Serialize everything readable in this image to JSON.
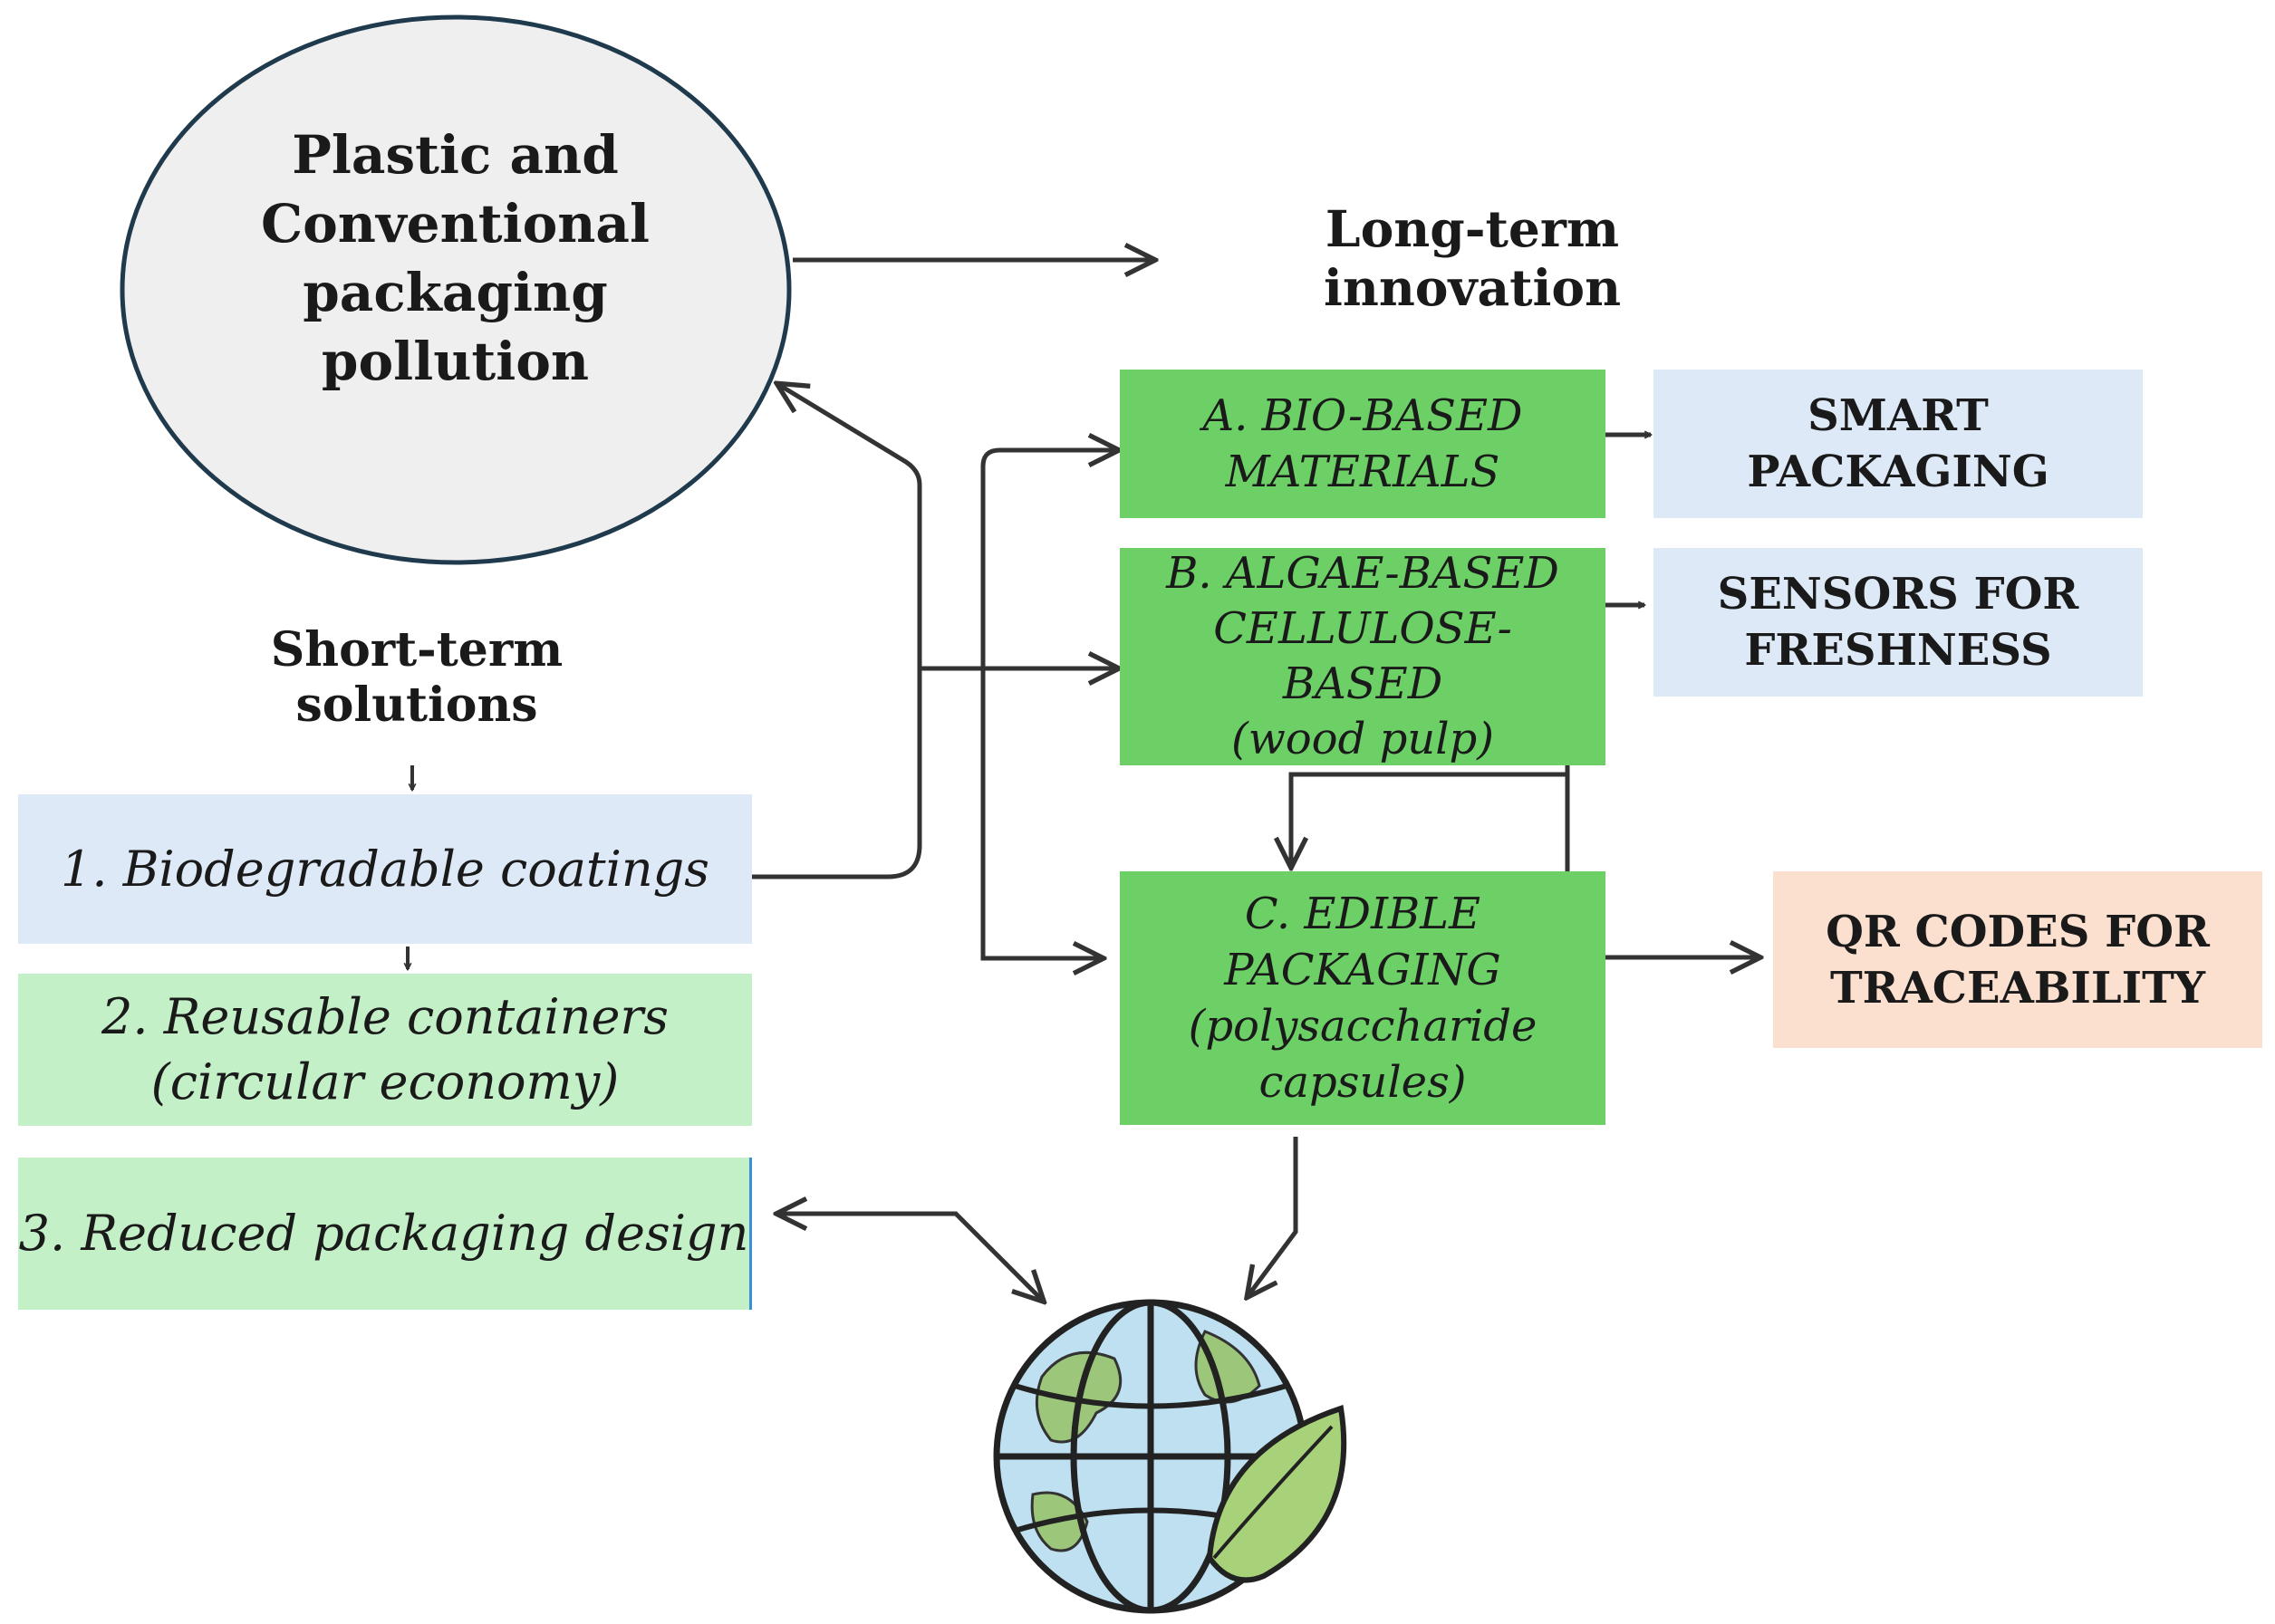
{
  "colors": {
    "green_strong": "#6dd067",
    "green_soft": "#c4f0c8",
    "blue_soft": "#dde9f7",
    "peach": "#fce0cf",
    "ellipse_fill": "#efefef",
    "ellipse_stroke": "#1f3a4d",
    "arrow": "#333333",
    "globe_water": "#bfe0f0",
    "globe_land": "#9cc77a",
    "leaf": "#a8d27a"
  },
  "pollution": {
    "lines": [
      "Plastic and",
      "Conventional",
      "packaging",
      "pollution"
    ]
  },
  "long_term": {
    "label": "Long-term innovation"
  },
  "short_term": {
    "label": "Short-term solutions"
  },
  "solutions": {
    "s1": {
      "lines": [
        "1. Biodegradable coatings"
      ]
    },
    "s2": {
      "lines": [
        "2. Reusable containers",
        "(circular economy)"
      ]
    },
    "s3": {
      "lines": [
        "3. Reduced packaging design"
      ]
    }
  },
  "innovations": {
    "a": {
      "lines": [
        "A. BIO-BASED",
        "MATERIALS"
      ]
    },
    "b": {
      "lines": [
        "B. ALGAE-BASED",
        "CELLULOSE-",
        "BASED",
        "(wood pulp)"
      ]
    },
    "c": {
      "lines": [
        "C. EDIBLE",
        "PACKAGING",
        "(polysaccharide",
        "capsules)"
      ]
    }
  },
  "tech": {
    "smart": {
      "lines": [
        "SMART",
        "PACKAGING"
      ]
    },
    "sensors": {
      "lines": [
        "SENSORS FOR",
        "FRESHNESS"
      ]
    },
    "qr": {
      "lines": [
        "QR CODES FOR",
        "TRACEABILITY"
      ]
    }
  },
  "globe_icon": "globe-with-leaf-icon"
}
